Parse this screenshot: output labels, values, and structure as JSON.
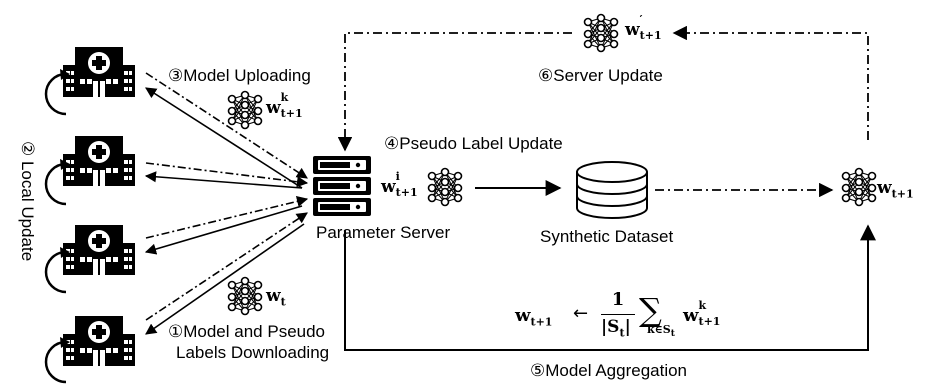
{
  "labels": {
    "model_uploading": "③Model Uploading",
    "local_update": "② Local Update",
    "pseudo_label_update": "④Pseudo Label Update",
    "server_update": "⑥Server Update",
    "parameter_server": "Parameter Server",
    "synthetic_dataset": "Synthetic Dataset",
    "model_and_pseudo_line1": "①Model and Pseudo",
    "model_and_pseudo_line2": "Labels Downloading",
    "model_aggregation": "⑤Model Aggregation"
  },
  "math": {
    "w_prime": {
      "base": "w",
      "sup": "′",
      "sub": "t+1"
    },
    "w_k_upload": {
      "base": "w",
      "sup": "k",
      "sub": "t+1"
    },
    "w_i": {
      "base": "w",
      "sup": "i",
      "sub": "t+1"
    },
    "w_t": {
      "base": "w",
      "sub": "t"
    },
    "w_next": {
      "base": "w",
      "sub": "t+1"
    },
    "aggregation": {
      "lhs": "w",
      "lhs_sub": "t+1",
      "arrow": "←",
      "frac_num": "1",
      "frac_den": "|S",
      "frac_den_sub": "t",
      "frac_den_end": "|",
      "sum": "∑",
      "sum_sub": "k∈S",
      "sum_sub_sub": "t",
      "rhs": "w",
      "rhs_sup": "k",
      "rhs_sub": "t+1"
    }
  },
  "icons": [
    "hospital-icon",
    "server-icon",
    "database-icon",
    "neural-network-icon",
    "circular-arrow-icon"
  ]
}
